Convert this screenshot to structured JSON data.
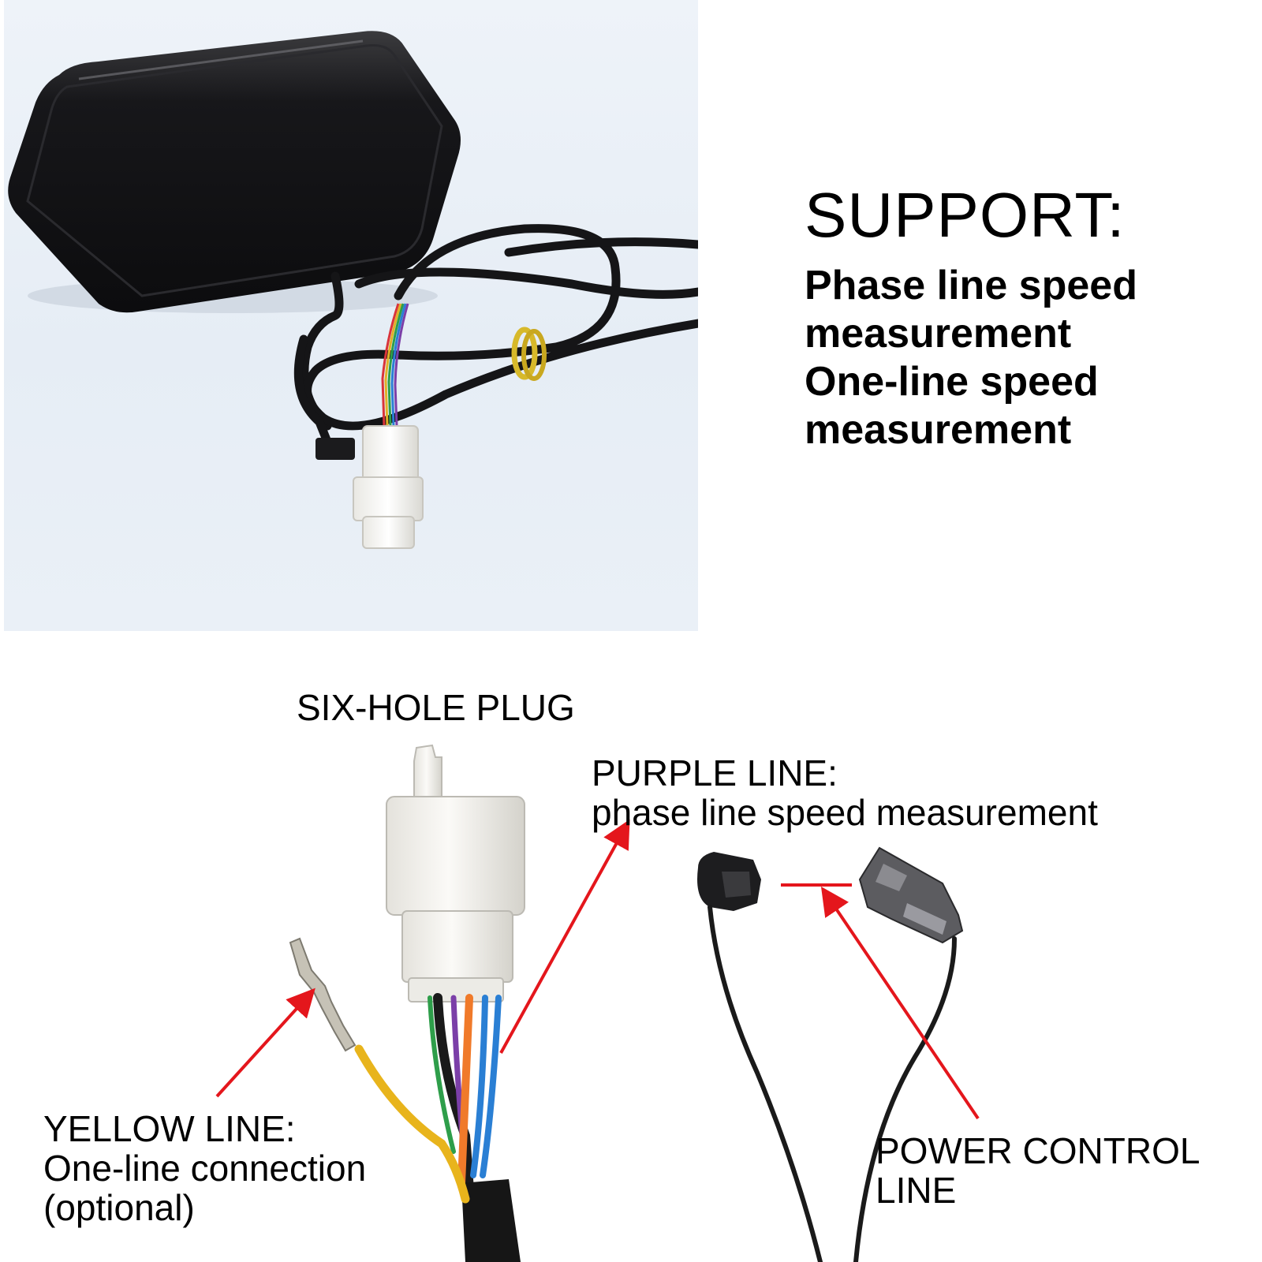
{
  "support": {
    "title": "SUPPORT:",
    "lines": [
      "Phase line speed",
      "measurement",
      "One-line speed",
      "measurement"
    ]
  },
  "labels": {
    "six_hole_plug": "SIX-HOLE PLUG",
    "purple_line": {
      "title": "PURPLE LINE:",
      "desc": "phase line speed measurement"
    },
    "yellow_line": {
      "title": "YELLOW LINE:",
      "desc": "One-line connection",
      "note": "(optional)"
    },
    "power_control": {
      "line1": "POWER CONTROL",
      "line2": "LINE"
    }
  },
  "colors": {
    "arrow": "#e4161c",
    "wire_black": "#1a1a1a",
    "wire_purple": "#7b3fa8",
    "wire_yellow": "#e8b41c",
    "wire_orange": "#f07a2a",
    "wire_blue": "#2a7fd4",
    "wire_green": "#2e9e4a",
    "connector_white": "#f2f0ec"
  }
}
